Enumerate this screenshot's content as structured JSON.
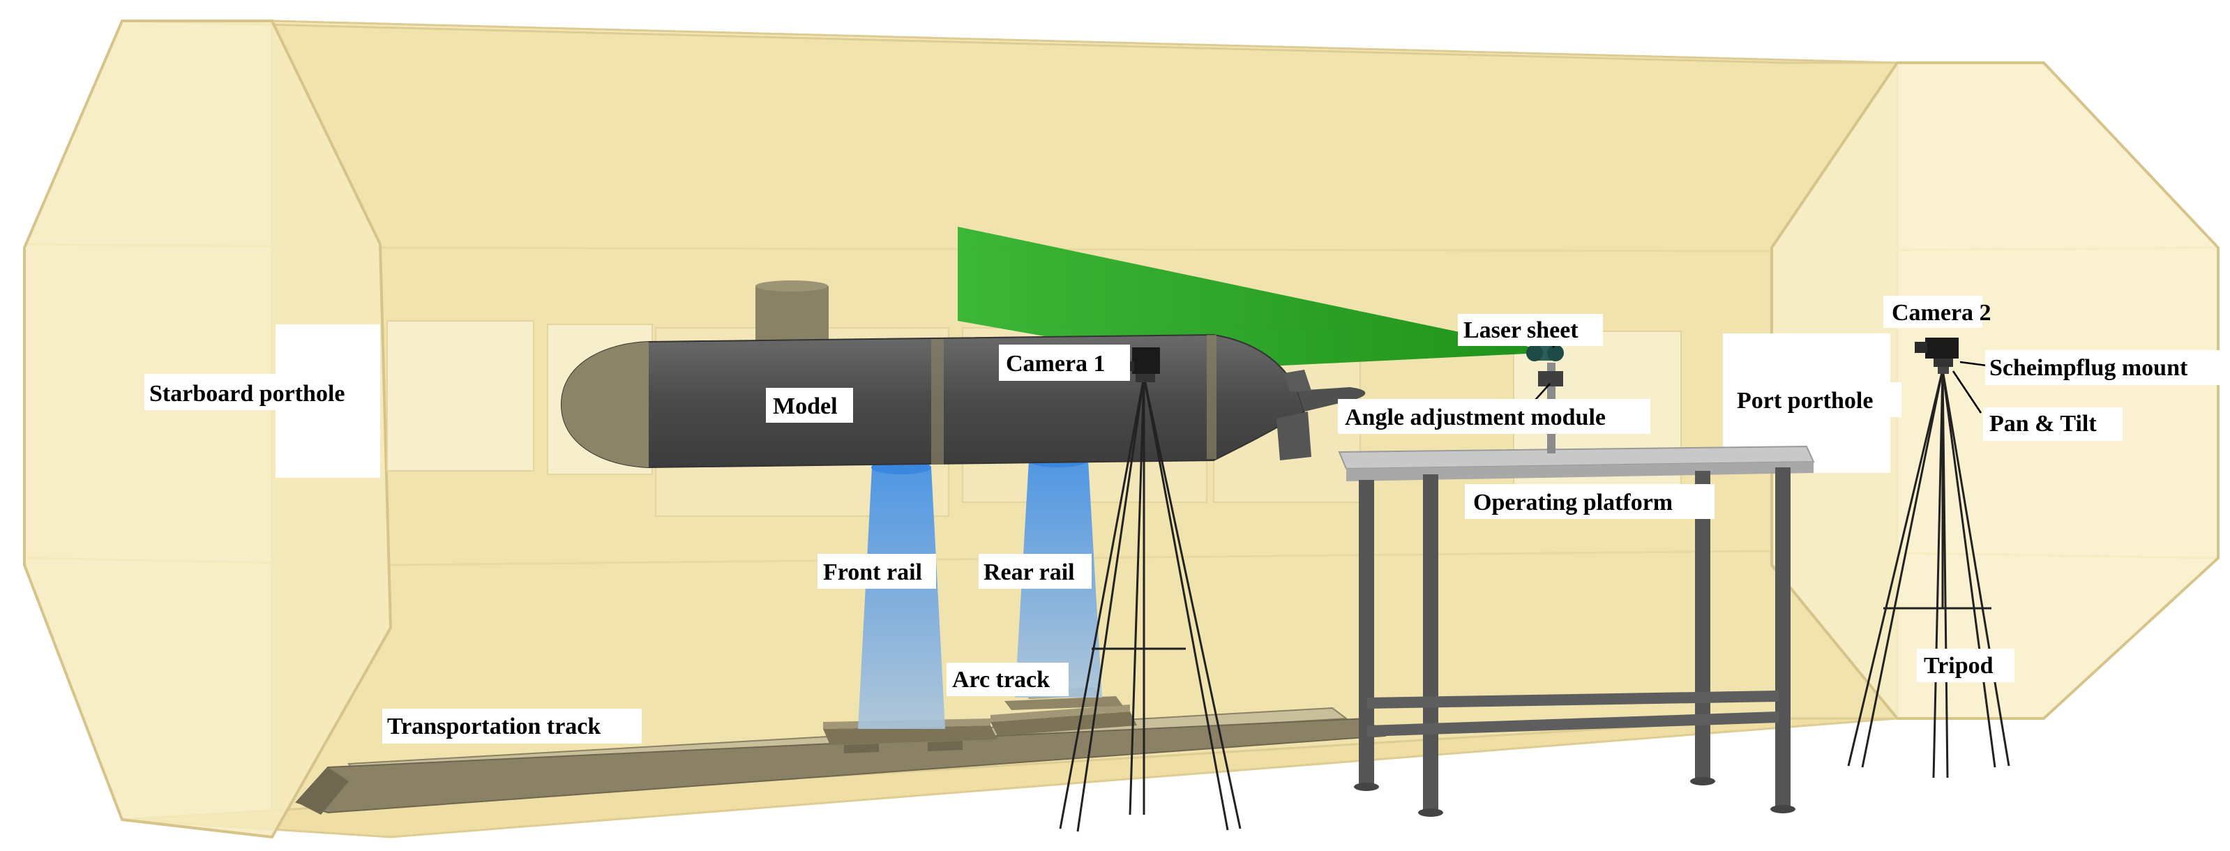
{
  "labels": {
    "starboard_porthole": "Starboard porthole",
    "model": "Model",
    "camera1": "Camera 1",
    "laser_sheet": "Laser sheet",
    "angle_adjustment": "Angle adjustment module",
    "operating_platform": "Operating platform",
    "port_porthole": "Port porthole",
    "camera2": "Camera 2",
    "scheimpflug": "Scheimpflug mount",
    "pan_tilt": "Pan & Tilt",
    "front_rail": "Front rail",
    "rear_rail": "Rear rail",
    "arc_track": "Arc track",
    "transportation_track": "Transportation track",
    "tripod": "Tripod"
  },
  "colors": {
    "tunnel_fill": "#f3e6b2",
    "tunnel_edge": "#d9c78e",
    "hull": "#545454",
    "nose": "#8c8466",
    "laser": "#1fa31f",
    "rail": "#5b9bd8",
    "track": "#8b8266",
    "platform_top": "#c8c8c8",
    "legs": "#555555"
  },
  "icons": [
    "camera-icon"
  ]
}
